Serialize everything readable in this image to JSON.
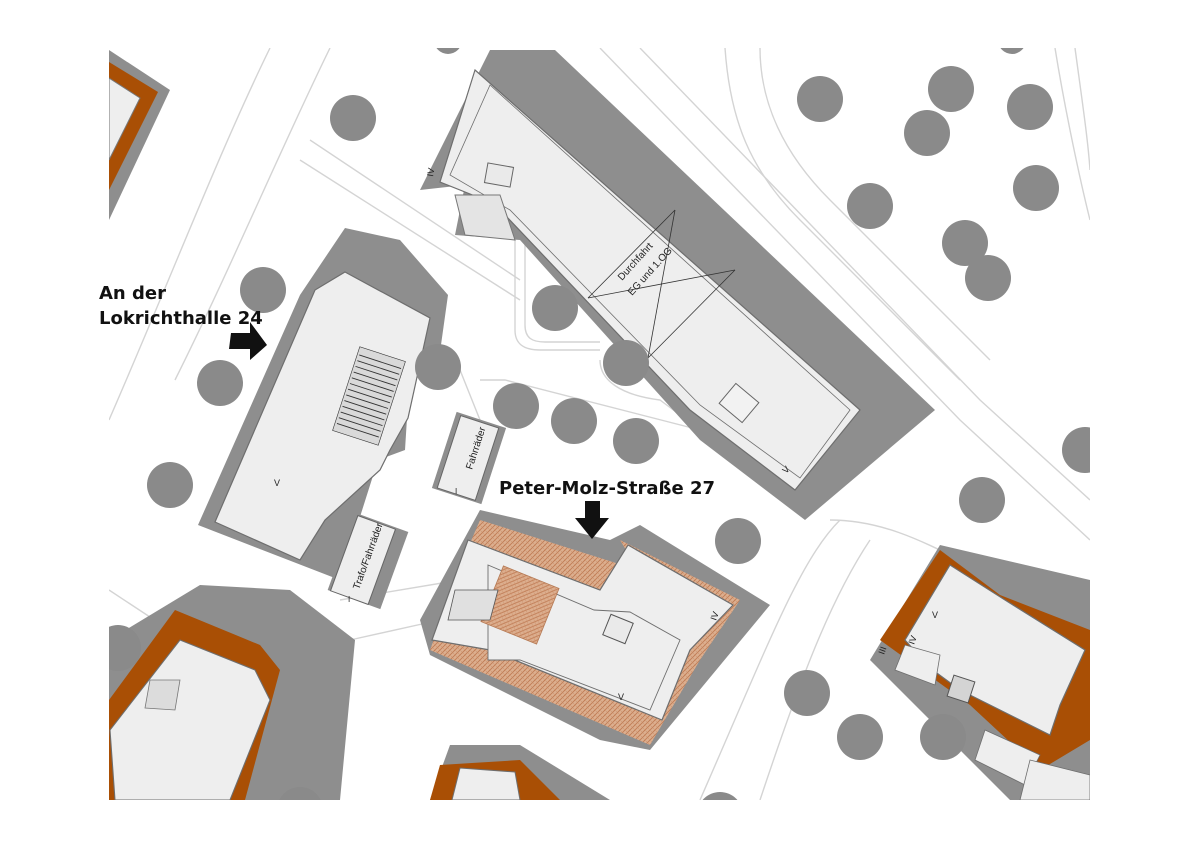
{
  "labels": {
    "address_1_line1": "An der",
    "address_1_line2": "Lokrichthalle 24",
    "address_2": "Peter-Molz-Straße 27",
    "passage_line1": "Durchfahrt",
    "passage_line2": "EG und 1.OG",
    "bikes": "Fahrräder",
    "transformer_bikes": "Trafo/Fahrräder"
  },
  "floor_marks": {
    "north_building": [
      "IV",
      "V"
    ],
    "west_building": [
      "V"
    ],
    "south_building": [
      "IV",
      "V"
    ],
    "east_building": [
      "III",
      "IV",
      "V"
    ],
    "bikes_shed": [
      "I"
    ],
    "trafo_shed": [
      "I"
    ]
  },
  "icons": [
    "arrow-right-icon",
    "arrow-down-icon"
  ],
  "colors": {
    "roof": "#eeeeee",
    "wall": "#8e8e8e",
    "tree": "#8a8a8a",
    "terrace_brown": "#a94f05",
    "terrace_hatch": "#d7a07c",
    "road_line": "#d9d9d9"
  }
}
